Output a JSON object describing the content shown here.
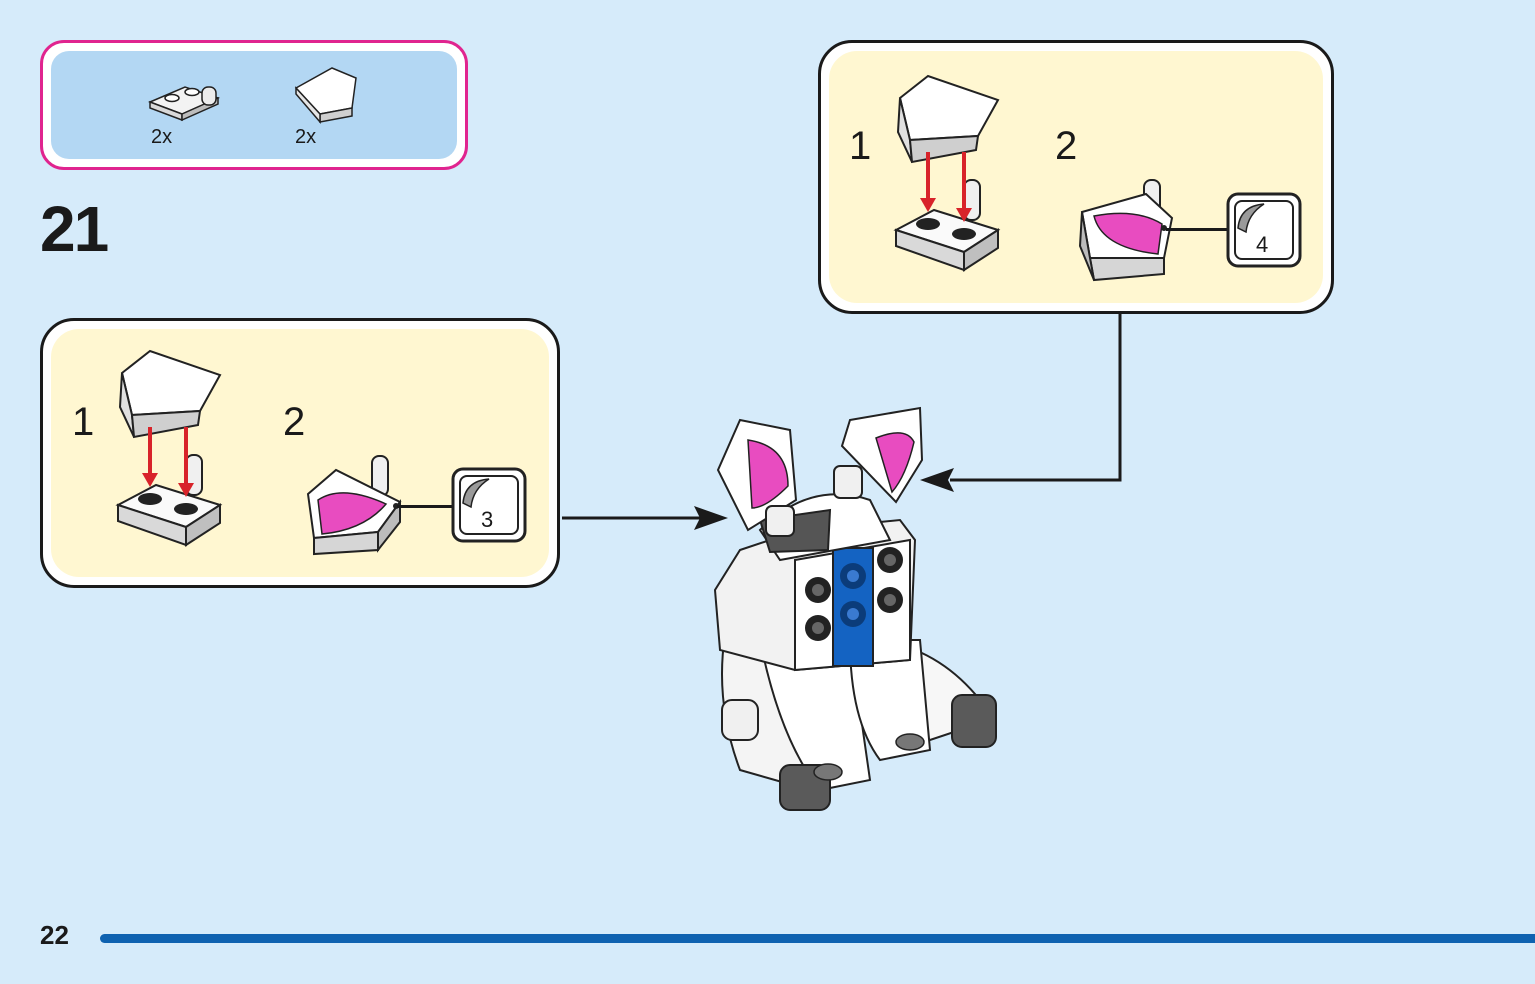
{
  "parts_list": {
    "items": [
      {
        "icon": "plate-with-clip-icon",
        "quantity": "2x"
      },
      {
        "icon": "wedge-plate-icon",
        "quantity": "2x"
      }
    ],
    "border_color": "#e0248f",
    "fill_color": "#b3d7f3"
  },
  "step_number": "21",
  "submodel_left": {
    "steps": [
      {
        "number": "1"
      },
      {
        "number": "2",
        "sticker": "3"
      }
    ]
  },
  "submodel_right": {
    "steps": [
      {
        "number": "1"
      },
      {
        "number": "2",
        "sticker": "4"
      }
    ]
  },
  "page": {
    "number": "22",
    "accent_color": "#0f62b0",
    "background_color": "#d6ebfa",
    "callout_fill": "#fff7d1",
    "ear_color": "#e84cc0",
    "arrow_color": "#d8232a"
  }
}
